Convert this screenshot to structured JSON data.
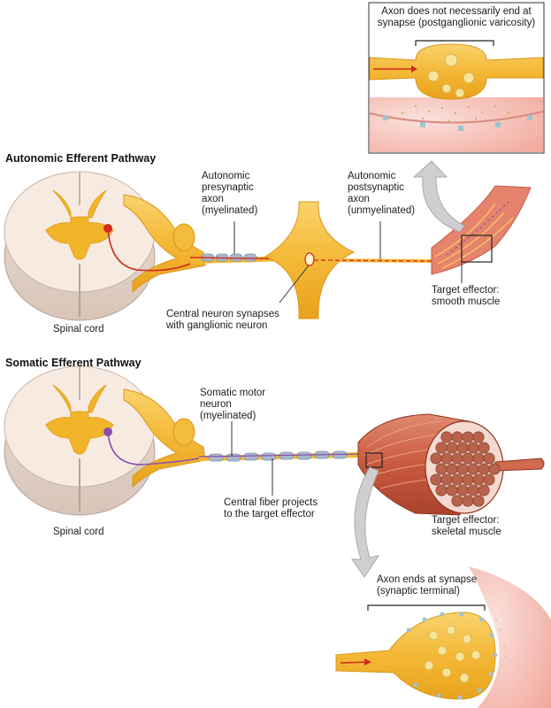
{
  "sections": {
    "autonomic": {
      "title": "Autonomic Efferent Pathway",
      "spinal_cord": "Spinal cord",
      "presynaptic": [
        "Autonomic",
        "presynaptic",
        "axon",
        "(myelinated)"
      ],
      "postsynaptic": [
        "Autonomic",
        "postsynaptic",
        "axon",
        "(unmyelinated)"
      ],
      "ganglion_note": [
        "Central neuron synapses",
        "with ganglionic neuron"
      ],
      "target": [
        "Target effector:",
        "smooth muscle"
      ],
      "inset_caption": [
        "Axon does not necessarily end at",
        "synapse (postganglionic varicosity)"
      ]
    },
    "somatic": {
      "title": "Somatic Efferent Pathway",
      "spinal_cord": "Spinal cord",
      "motor_neuron": [
        "Somatic motor",
        "neuron",
        "(myelinated)"
      ],
      "fiber_note": [
        "Central fiber projects",
        "to the target effector"
      ],
      "target": [
        "Target effector:",
        "skeletal muscle"
      ],
      "inset_caption": [
        "Axon ends at synapse",
        "(synaptic terminal)"
      ]
    }
  },
  "colors": {
    "gray_matter": "#f2b52a",
    "white_matter": "#f6e7db",
    "nerve": "#f7c244",
    "autonomic_neuron": "#d12a1e",
    "somatic_neuron": "#8a4fb0",
    "myelin": "#aab8cc",
    "muscle": "#c8563c",
    "arrow": "#c9c9c9"
  }
}
